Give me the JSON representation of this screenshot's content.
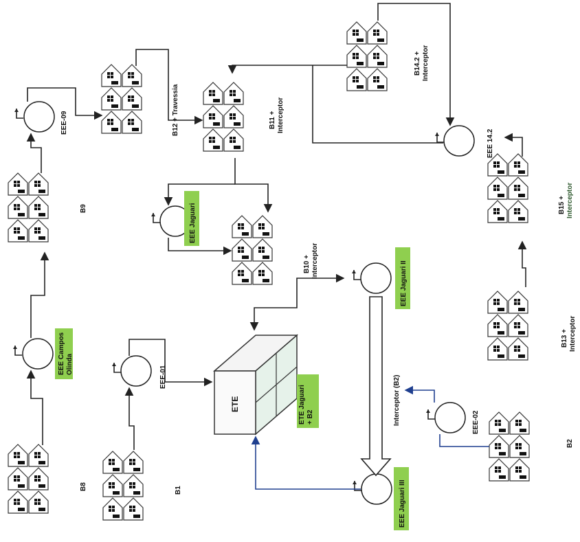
{
  "colors": {
    "green_box": "#8fcf4f",
    "line": "#222222",
    "blue_line": "#1f3f8f",
    "tank_edge": "#333333",
    "tank_glass": "#e6f2ea"
  },
  "icons": {
    "house": "house-cluster-icon",
    "station": "pump-station-icon",
    "plant": "treatment-plant-icon"
  },
  "clusters": {
    "B8": "B8",
    "B1": "B1",
    "B9": "B9",
    "B12": "B12 + Travessia",
    "B11": "B11 +\nInterceptor",
    "B14": "B14.2 +\nInterceptor",
    "B10": "B10 +\nInterceptor",
    "B13": "B13 +\nInterceptor",
    "B15": "B15 +\nInterceptor",
    "B2": "B2"
  },
  "stations": {
    "eee09": "EEE-09",
    "eee01": "EEE-01",
    "eee142": "EEE 14.2",
    "eee02": "EEE-02"
  },
  "green_labels": {
    "campos": "EEE Campos\nOlinda",
    "jaguari": "EEE Jaguari",
    "jaguari2": "EEE Jaguari II",
    "jaguari3": "EEE Jaguari III",
    "ete_jaguari": "ETE Jaguari\n+\nB2"
  },
  "plant": {
    "label": "ETE"
  },
  "interceptor_b2": "Interceptor (B2)"
}
